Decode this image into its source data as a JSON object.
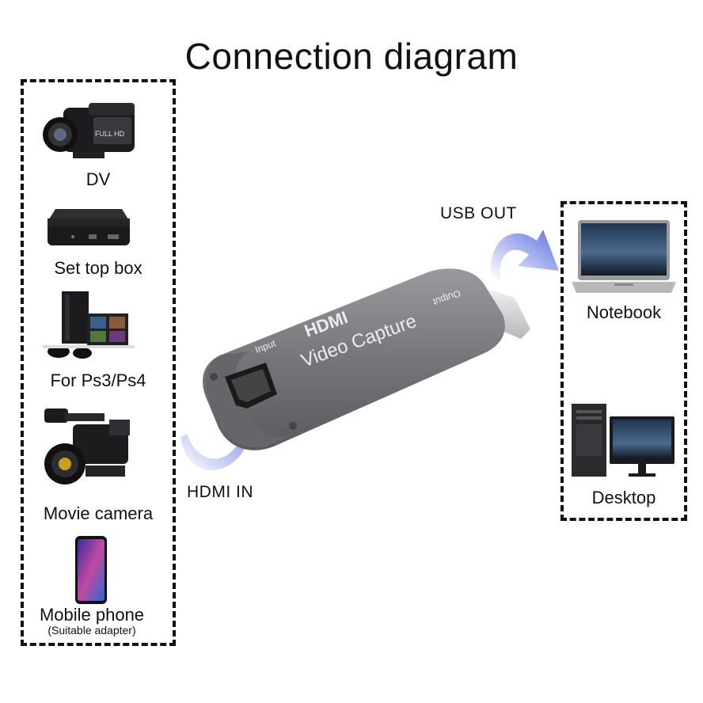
{
  "title": "Connection diagram",
  "sources": [
    {
      "label": "DV",
      "icon": "camcorder-icon"
    },
    {
      "label": "Set top box",
      "icon": "set-top-box-icon"
    },
    {
      "label": "For Ps3/Ps4",
      "icon": "game-console-icon"
    },
    {
      "label": "Movie camera",
      "icon": "movie-camera-icon"
    },
    {
      "label": "Mobile phone",
      "sublabel": "(Suitable adapter)",
      "icon": "smartphone-icon"
    }
  ],
  "outputs": [
    {
      "label": "Notebook",
      "icon": "laptop-icon"
    },
    {
      "label": "Desktop",
      "icon": "desktop-computer-icon"
    }
  ],
  "device": {
    "brand": "HDMI",
    "name": "Video Capture",
    "input_label": "Input",
    "output_label": "Output"
  },
  "arrows": {
    "hdmi_in": "HDMI IN",
    "usb_out": "USB OUT"
  },
  "colors": {
    "arrow": "#6a7fe0",
    "device_body": "#7a7a7e",
    "border": "#111111"
  },
  "camcorder_badge": "FULL HD"
}
